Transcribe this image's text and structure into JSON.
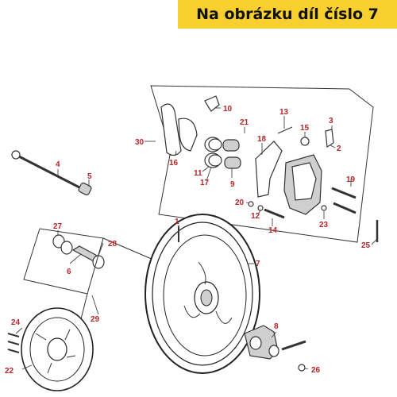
{
  "banner": {
    "text": "Na obrázku díl číslo 7"
  },
  "colors": {
    "banner_bg": "#f7cf2f",
    "label_red": "#b5262b",
    "line": "#333333"
  },
  "callouts": {
    "c1": "1",
    "c2": "2",
    "c3": "3",
    "c4": "4",
    "c5": "5",
    "c6": "6",
    "c7": "7",
    "c8": "8",
    "c9": "9",
    "c10": "10",
    "c11": "11",
    "c12": "12",
    "c13": "13",
    "c14": "14",
    "c15": "15",
    "c16": "16",
    "c17": "17",
    "c18": "18",
    "c19": "19",
    "c20": "20",
    "c21": "21",
    "c22": "22",
    "c23": "23",
    "c24": "24",
    "c25": "25",
    "c26": "26",
    "c27": "27",
    "c28": "28",
    "c29": "29",
    "c30": "30"
  }
}
